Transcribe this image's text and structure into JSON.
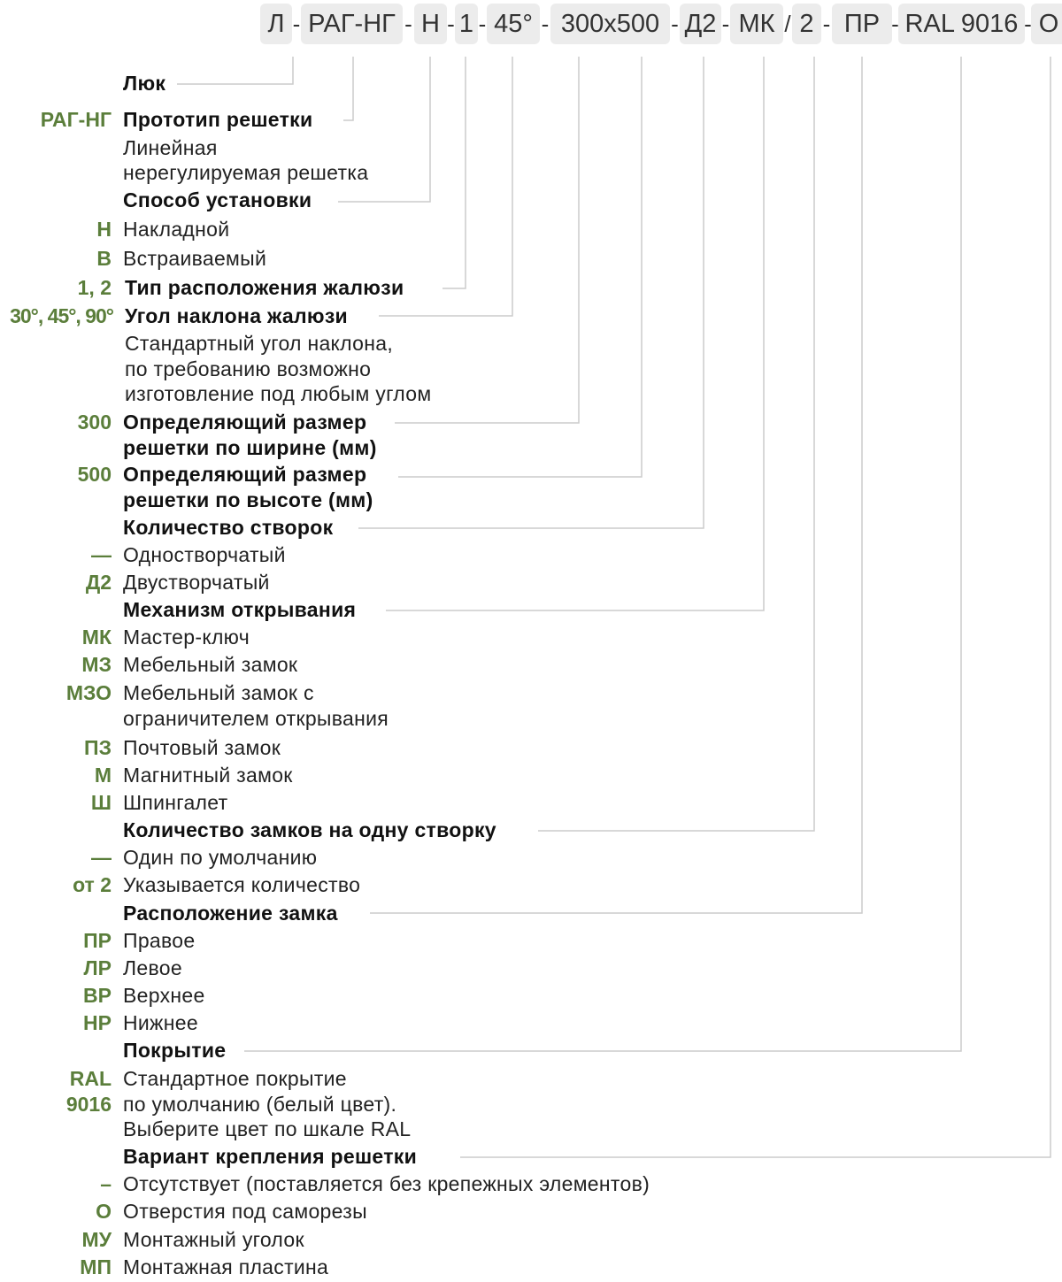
{
  "code": {
    "segments": [
      "Л",
      "РАГ-НГ",
      "Н",
      "1",
      "45°",
      "300x500",
      "Д2",
      "МК",
      "2",
      "ПР",
      "RAL 9016",
      "О"
    ],
    "separators": [
      "-",
      "-",
      "-",
      "-",
      "-",
      "-",
      "-",
      "/",
      "-",
      "-",
      "-"
    ]
  },
  "colors": {
    "accent": "#5b7e3b",
    "line": "#cccccc",
    "box": "#ececec"
  },
  "rows": [
    {
      "code": "",
      "text": "Люк",
      "bold": true
    },
    {
      "code": "РАГ-НГ",
      "text": "Прототип решетки",
      "bold": true
    },
    {
      "code": "",
      "text": "Линейная",
      "bold": false
    },
    {
      "code": "",
      "text": "нерегулируемая решетка",
      "bold": false
    },
    {
      "code": "",
      "text": "Способ установки",
      "bold": true
    },
    {
      "code": "Н",
      "text": "Накладной",
      "bold": false
    },
    {
      "code": "В",
      "text": "Встраиваемый",
      "bold": false
    },
    {
      "code": "1, 2",
      "text": "Тип расположения жалюзи",
      "bold": true
    },
    {
      "code": "30°, 45°, 90°",
      "text": "Угол наклона жалюзи",
      "bold": true
    },
    {
      "code": "",
      "text": "Стандартный угол наклона,",
      "bold": false
    },
    {
      "code": "",
      "text": "по требованию возможно",
      "bold": false
    },
    {
      "code": "",
      "text": "изготовление под любым углом",
      "bold": false
    },
    {
      "code": "300",
      "text": "Определяющий размер",
      "bold": true
    },
    {
      "code": "",
      "text": "решетки по ширине (мм)",
      "bold": true
    },
    {
      "code": "500",
      "text": "Определяющий размер",
      "bold": true
    },
    {
      "code": "",
      "text": "решетки по высоте (мм)",
      "bold": true
    },
    {
      "code": "",
      "text": "Количество створок",
      "bold": true
    },
    {
      "code": "—",
      "text": "Одностворчатый",
      "bold": false
    },
    {
      "code": "Д2",
      "text": "Двустворчатый",
      "bold": false
    },
    {
      "code": "",
      "text": "Механизм открывания",
      "bold": true
    },
    {
      "code": "МК",
      "text": "Мастер-ключ",
      "bold": false
    },
    {
      "code": "МЗ",
      "text": "Мебельный замок",
      "bold": false
    },
    {
      "code": "МЗО",
      "text": "Мебельный замок с",
      "bold": false
    },
    {
      "code": "",
      "text": "ограничителем открывания",
      "bold": false
    },
    {
      "code": "ПЗ",
      "text": "Почтовый замок",
      "bold": false
    },
    {
      "code": "М",
      "text": "Магнитный замок",
      "bold": false
    },
    {
      "code": "Ш",
      "text": "Шпингалет",
      "bold": false
    },
    {
      "code": "",
      "text": "Количество замков на одну створку",
      "bold": true
    },
    {
      "code": "—",
      "text": "Один по умолчанию",
      "bold": false
    },
    {
      "code": "от 2",
      "text": "Указывается количество",
      "bold": false
    },
    {
      "code": "",
      "text": "Расположение замка",
      "bold": true
    },
    {
      "code": "ПР",
      "text": "Правое",
      "bold": false
    },
    {
      "code": "ЛР",
      "text": "Левое",
      "bold": false
    },
    {
      "code": "ВР",
      "text": "Верхнее",
      "bold": false
    },
    {
      "code": "НР",
      "text": "Нижнее",
      "bold": false
    },
    {
      "code": "",
      "text": "Покрытие",
      "bold": true
    },
    {
      "code": "RAL",
      "text": "Стандартное покрытие",
      "bold": false
    },
    {
      "code": "9016",
      "text": "по умолчанию (белый цвет).",
      "bold": false
    },
    {
      "code": "",
      "text": "Выберите цвет по шкале RAL",
      "bold": false
    },
    {
      "code": "",
      "text": "Вариант крепления решетки",
      "bold": true
    },
    {
      "code": "–",
      "text": "Отсутствует (поставляется без крепежных элементов)",
      "bold": false
    },
    {
      "code": "О",
      "text": "Отверстия под саморезы",
      "bold": false
    },
    {
      "code": "МУ",
      "text": "Монтажный уголок",
      "bold": false
    },
    {
      "code": "МП",
      "text": "Монтажная пластина",
      "bold": false
    }
  ]
}
